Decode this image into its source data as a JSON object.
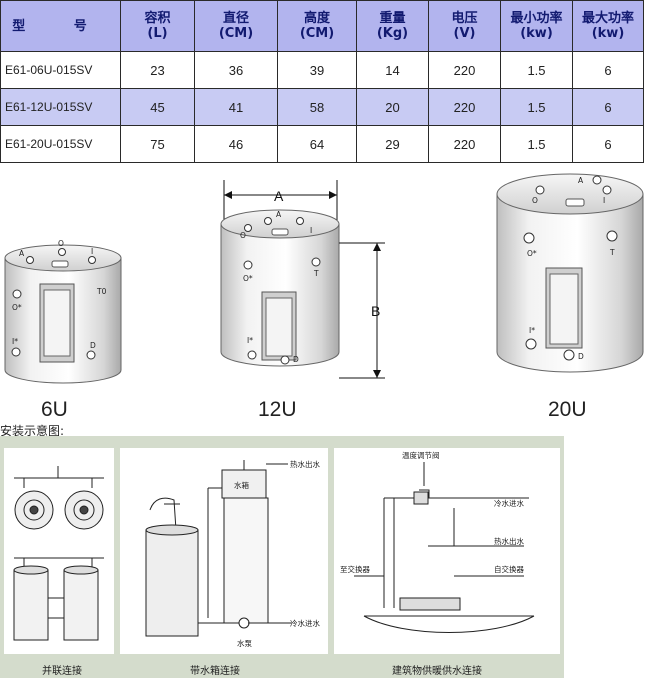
{
  "table": {
    "headers": [
      {
        "line1": "型 号",
        "line2": ""
      },
      {
        "line1": "容积",
        "line2": "(L)"
      },
      {
        "line1": "直径",
        "line2": "(CM)"
      },
      {
        "line1": "高度",
        "line2": "(CM)"
      },
      {
        "line1": "重量",
        "line2": "(Kg)"
      },
      {
        "line1": "电压",
        "line2": "(V)"
      },
      {
        "line1": "最小功率",
        "line2": "(kw)"
      },
      {
        "line1": "最大功率",
        "line2": "(kw)"
      }
    ],
    "rows": [
      [
        "E61-06U-015SV",
        "23",
        "36",
        "39",
        "14",
        "220",
        "1.5",
        "6"
      ],
      [
        "E61-12U-015SV",
        "45",
        "41",
        "58",
        "20",
        "220",
        "1.5",
        "6"
      ],
      [
        "E61-20U-015SV",
        "75",
        "46",
        "64",
        "29",
        "220",
        "1.5",
        "6"
      ]
    ]
  },
  "heaters": {
    "small": {
      "label": "6U",
      "ports": {
        "a": "A",
        "o": "O",
        "i": "I",
        "t": "T0",
        "o2": "O*",
        "i2": "I*",
        "d": "D"
      }
    },
    "medium": {
      "label": "12U",
      "dim_a": "A",
      "dim_b": "B",
      "ports": {
        "a": "A",
        "o": "O",
        "i": "I",
        "t": "T",
        "o2": "O*",
        "i2": "I*",
        "d": "D"
      }
    },
    "large": {
      "label": "20U",
      "ports": {
        "a": "A",
        "o": "O",
        "i": "I",
        "t": "T",
        "o2": "O*",
        "i2": "I*",
        "d": "D"
      }
    }
  },
  "install": {
    "title": "安装示意图:",
    "panel1_caption": "并联连接",
    "panel2_caption": "带水箱连接",
    "panel3_caption": "建筑物供暖供水连接",
    "panel2_labels": {
      "tank": "水箱",
      "hot_out": "热水出水",
      "cold_in": "冷水进水",
      "pump": "水泵"
    },
    "panel3_labels": {
      "valve": "温度调节阀",
      "cold_in": "冷水进水",
      "hot_out": "热水出水",
      "exchanger_right": "自交换器",
      "exchanger_left": "至交换器"
    }
  },
  "colors": {
    "header_bg": "#b2b4ee",
    "header_text": "#121a70",
    "row_alt_bg": "#c8cbf3",
    "install_bg": "#d4dccc"
  }
}
